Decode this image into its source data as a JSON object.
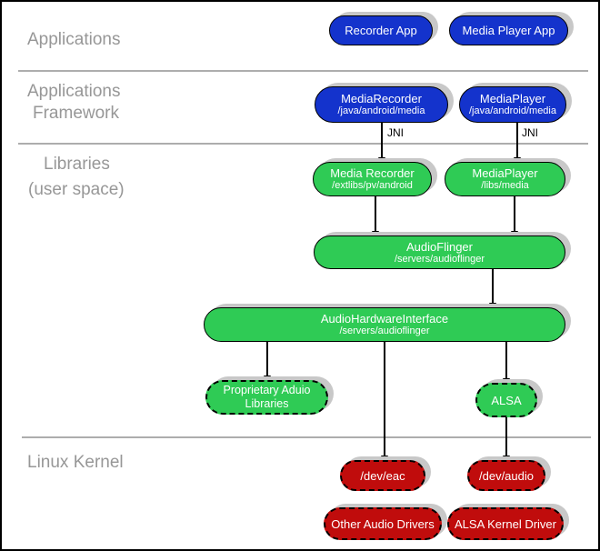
{
  "layers": {
    "applications": "Applications",
    "framework_line1": "Applications",
    "framework_line2": "Framework",
    "libraries_line1": "Libraries",
    "libraries_line2": "(user space)",
    "kernel": "Linux Kernel"
  },
  "nodes": {
    "recorder_app": {
      "label": "Recorder App"
    },
    "media_player_app": {
      "label": "Media Player App"
    },
    "media_recorder_fw": {
      "label": "MediaRecorder",
      "sublabel": "/java/android/media"
    },
    "media_player_fw": {
      "label": "MediaPlayer",
      "sublabel": "/java/android/media"
    },
    "media_recorder_lib": {
      "label": "Media Recorder",
      "sublabel": "/extlibs/pv/android"
    },
    "media_player_lib": {
      "label": "MediaPlayer",
      "sublabel": "/libs/media"
    },
    "audioflinger": {
      "label": "AudioFlinger",
      "sublabel": "/servers/audioflinger"
    },
    "audio_hardware_interface": {
      "label": "AudioHardwareInterface",
      "sublabel": "/servers/audioflinger"
    },
    "proprietary_audio_libraries": {
      "label": "Proprietary Aduio",
      "label2": "Libraries"
    },
    "alsa": {
      "label": "ALSA"
    },
    "dev_eac": {
      "label": "/dev/eac"
    },
    "dev_audio": {
      "label": "/dev/audio"
    },
    "other_audio_drivers": {
      "label": "Other Audio Drivers"
    },
    "alsa_kernel_driver": {
      "label": "ALSA Kernel Driver"
    }
  },
  "edges": {
    "jni_left": "JNI",
    "jni_right": "JNI"
  },
  "colors": {
    "app_blue": "#1433cc",
    "lib_green": "#2fcb55",
    "kernel_red": "#c00c0c",
    "node_text": "#ffffff",
    "shadow_gray": "#c8c8c8",
    "layer_label_gray": "#979797",
    "divider_gray": "#adadad",
    "connector_black": "#000000"
  }
}
